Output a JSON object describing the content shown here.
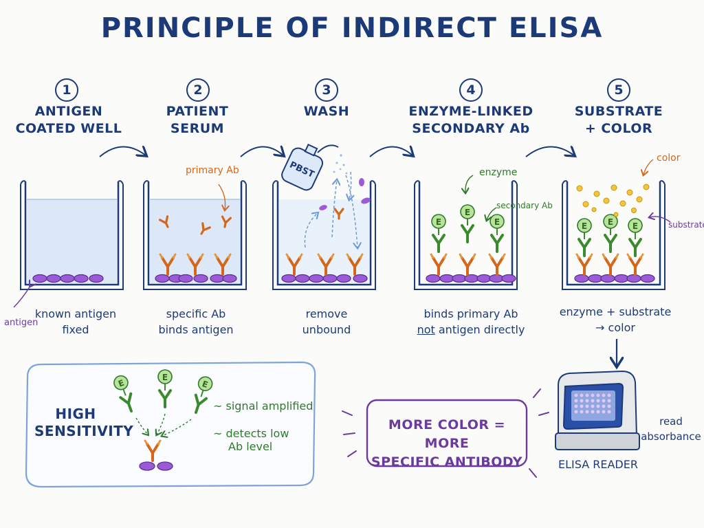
{
  "title": "PRINCIPLE OF INDIRECT ELISA",
  "steps": [
    {
      "num": "1",
      "heading1": "ANTIGEN",
      "heading2": "COATED WELL",
      "caption1": "known antigen",
      "caption2": "fixed"
    },
    {
      "num": "2",
      "heading1": "PATIENT",
      "heading2": "SERUM",
      "caption1": "specific Ab",
      "caption2": "binds antigen"
    },
    {
      "num": "3",
      "heading1": "WASH",
      "heading2": "",
      "caption1": "remove",
      "caption2": "unbound"
    },
    {
      "num": "4",
      "heading1": "ENZYME-LINKED",
      "heading2": "SECONDARY Ab",
      "caption1": "binds primary Ab",
      "caption2_underlined": "not",
      "caption2_rest": " antigen directly"
    },
    {
      "num": "5",
      "heading1": "SUBSTRATE",
      "heading2": "+ COLOR",
      "caption1": "enzyme + substrate",
      "caption2": "→ color"
    }
  ],
  "labels": {
    "antigen": "antigen",
    "primary_ab": "primary Ab",
    "pbst": "PBST",
    "enzyme": "enzyme",
    "secondary_ab": "secondary Ab",
    "color": "color",
    "substrate": "substrate",
    "enzyme_letter": "E"
  },
  "sensitivity": {
    "heading1": "HIGH",
    "heading2": "SENSITIVITY",
    "note1": "~ signal amplified",
    "note2a": "~ detects low",
    "note2b": "Ab level"
  },
  "callout": {
    "line1": "MORE COLOR = MORE",
    "line2": "SPECIFIC ANTIBODY"
  },
  "reader": {
    "name": "ELISA READER",
    "note1": "read",
    "note2": "absorbance"
  },
  "colors": {
    "navy": "#1c3a78",
    "orange": "#d4671c",
    "green": "#3c8a2e",
    "purple": "#8a4fc4",
    "yellow": "#e8b52a",
    "liquid": "#dce8f7"
  }
}
